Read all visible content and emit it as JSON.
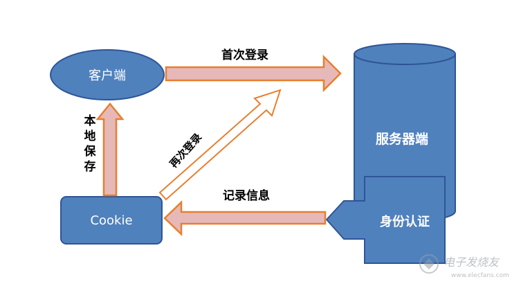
{
  "nodes": {
    "client": "客户端",
    "server": "服务器端",
    "cookie": "Cookie",
    "auth": "身份认证"
  },
  "arrows": {
    "first_login": "首次登录",
    "record_info": "记录信息",
    "store_local": "本地保存",
    "relogin": "再次登录"
  },
  "watermark": {
    "text": "电子发烧友",
    "url": "www.elecfans.com"
  },
  "colors": {
    "shape_fill": "#4f81bd",
    "shape_stroke": "#2f5597",
    "arrow_fill": "#e6b9b8",
    "arrow_stroke": "#e87e2e",
    "hollow_arrow_stroke": "#e87e2e"
  }
}
